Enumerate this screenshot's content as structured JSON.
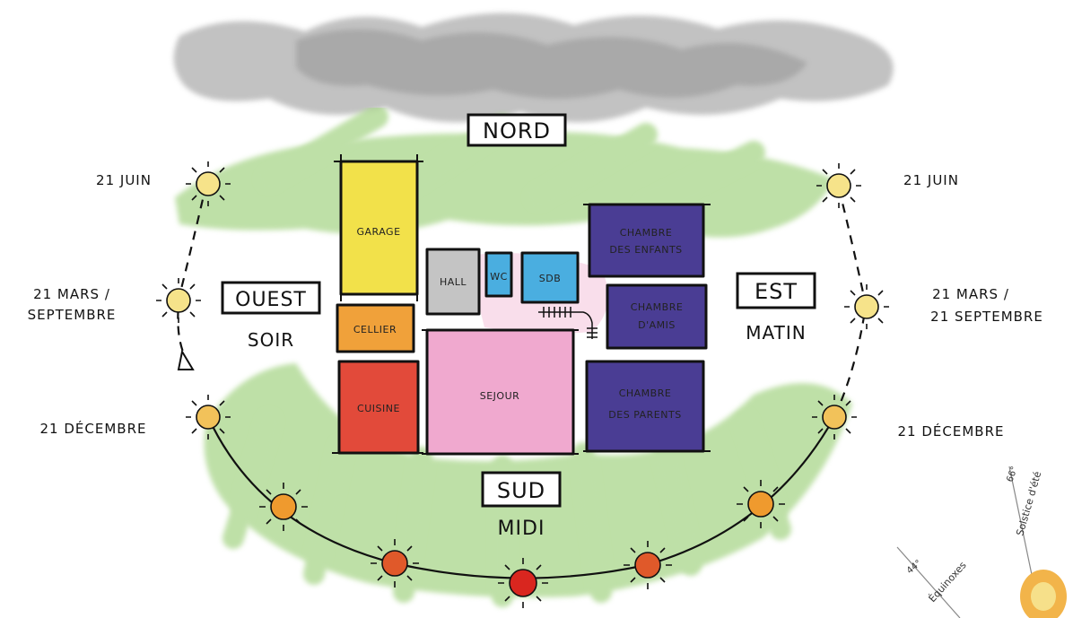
{
  "directions": {
    "north": "NORD",
    "south": "SUD",
    "south_sub": "MIDI",
    "west": "OUEST",
    "west_sub": "SOIR",
    "east": "EST",
    "east_sub": "MATIN"
  },
  "rooms": {
    "garage": "GARAGE",
    "cellier": "CELLIER",
    "cuisine": "CUISINE",
    "hall": "HALL",
    "wc": "WC",
    "sdb": "SDB",
    "sejour": "SEJOUR",
    "chambre_enfants_1": "CHAMBRE",
    "chambre_enfants_2": "DES ENFANTS",
    "chambre_amis_1": "CHAMBRE",
    "chambre_amis_2": "D'AMIS",
    "chambre_parents_1": "CHAMBRE",
    "chambre_parents_2": "DES PARENTS"
  },
  "dates": {
    "west_june": "21 JUIN",
    "west_march_1": "21 MARS /",
    "west_march_2": "SEPTEMBRE",
    "west_december": "21 DÉCEMBRE",
    "east_june": "21 JUIN",
    "east_march_1": "21 MARS /",
    "east_march_2": "21 SEPTEMBRE",
    "east_december": "21 DÉCEMBRE"
  },
  "corner_diagram": {
    "angle_summer": "66°",
    "label_summer": "Solstice d'été",
    "angle_equinox": "44°",
    "label_equinox": "Équinoxes"
  },
  "colors": {
    "garage": "#f2e14a",
    "cellier": "#f0a13a",
    "cuisine": "#e24a3a",
    "hall": "#c4c4c4",
    "bath": "#4aaee0",
    "sejour": "#f0a9cf",
    "bedroom": "#4a3d94",
    "vegetation": "#a9d68a",
    "clouds": "#a8a8a8",
    "sun_summer": "#f6e38a",
    "sun_winter": "#d9461f"
  }
}
